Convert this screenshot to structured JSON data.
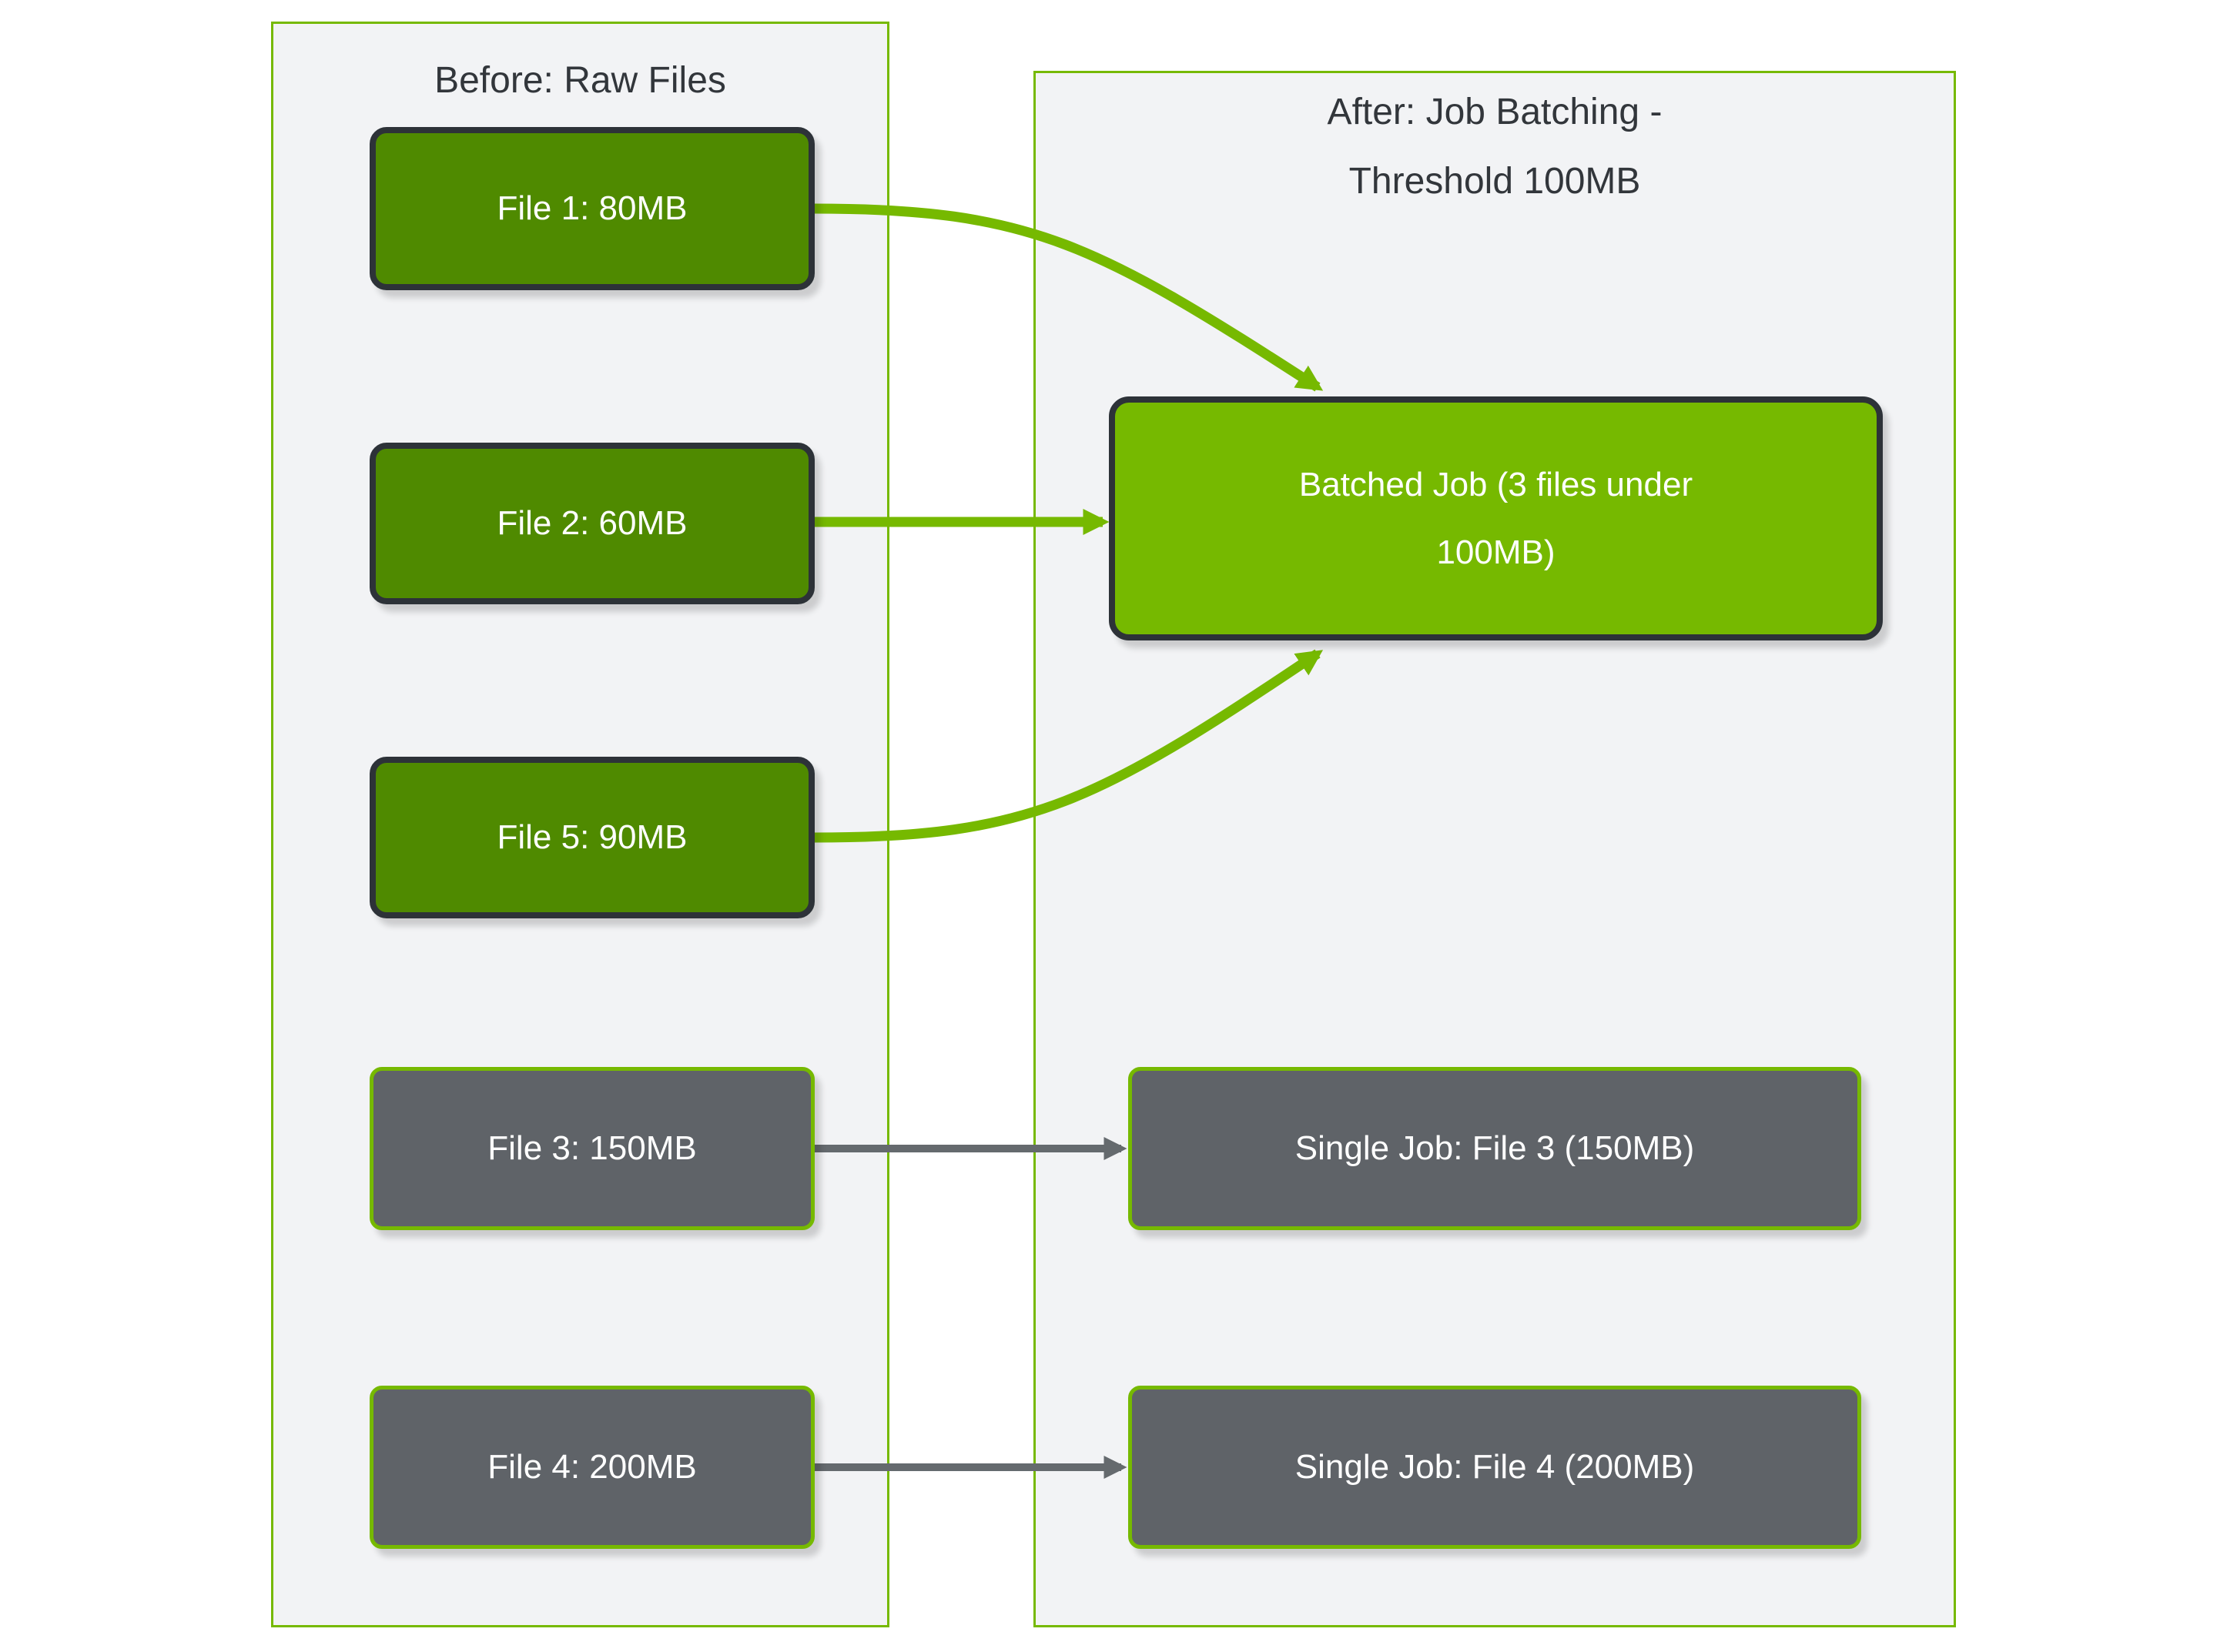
{
  "diagram": {
    "type": "before-after-flowchart",
    "threshold_label": "100MB"
  },
  "panels": {
    "before": {
      "title": "Before: Raw Files"
    },
    "after": {
      "title_line1": "After: Job Batching -",
      "title_line2": "Threshold 100MB"
    }
  },
  "nodes": {
    "file1": {
      "label": "File 1: 80MB",
      "style": "green-dark"
    },
    "file2": {
      "label": "File 2: 60MB",
      "style": "green-dark"
    },
    "file5": {
      "label": "File 5: 90MB",
      "style": "green-dark"
    },
    "file3": {
      "label": "File 3: 150MB",
      "style": "gray"
    },
    "file4": {
      "label": "File 4: 200MB",
      "style": "gray"
    },
    "batched": {
      "line1": "Batched Job (3 files under",
      "line2": "100MB)",
      "style": "green-bright"
    },
    "single3": {
      "label": "Single Job: File 3 (150MB)",
      "style": "gray"
    },
    "single4": {
      "label": "Single Job: File 4 (200MB)",
      "style": "gray"
    }
  },
  "edges": [
    {
      "from": "file1",
      "to": "batched",
      "color": "green"
    },
    {
      "from": "file2",
      "to": "batched",
      "color": "green"
    },
    {
      "from": "file5",
      "to": "batched",
      "color": "green"
    },
    {
      "from": "file3",
      "to": "single3",
      "color": "gray"
    },
    {
      "from": "file4",
      "to": "single4",
      "color": "gray"
    }
  ],
  "colors": {
    "green-bright": "#76b900",
    "green-dark": "#4f8a00",
    "gray-node": "#5f6368",
    "border-dark": "#2d3238",
    "panel-bg": "#f2f3f5",
    "panel-border": "#76b900",
    "arrow-green": "#76b900",
    "arrow-gray": "#656a6e",
    "text-light": "#ffffff",
    "text-dark": "#32363b"
  }
}
